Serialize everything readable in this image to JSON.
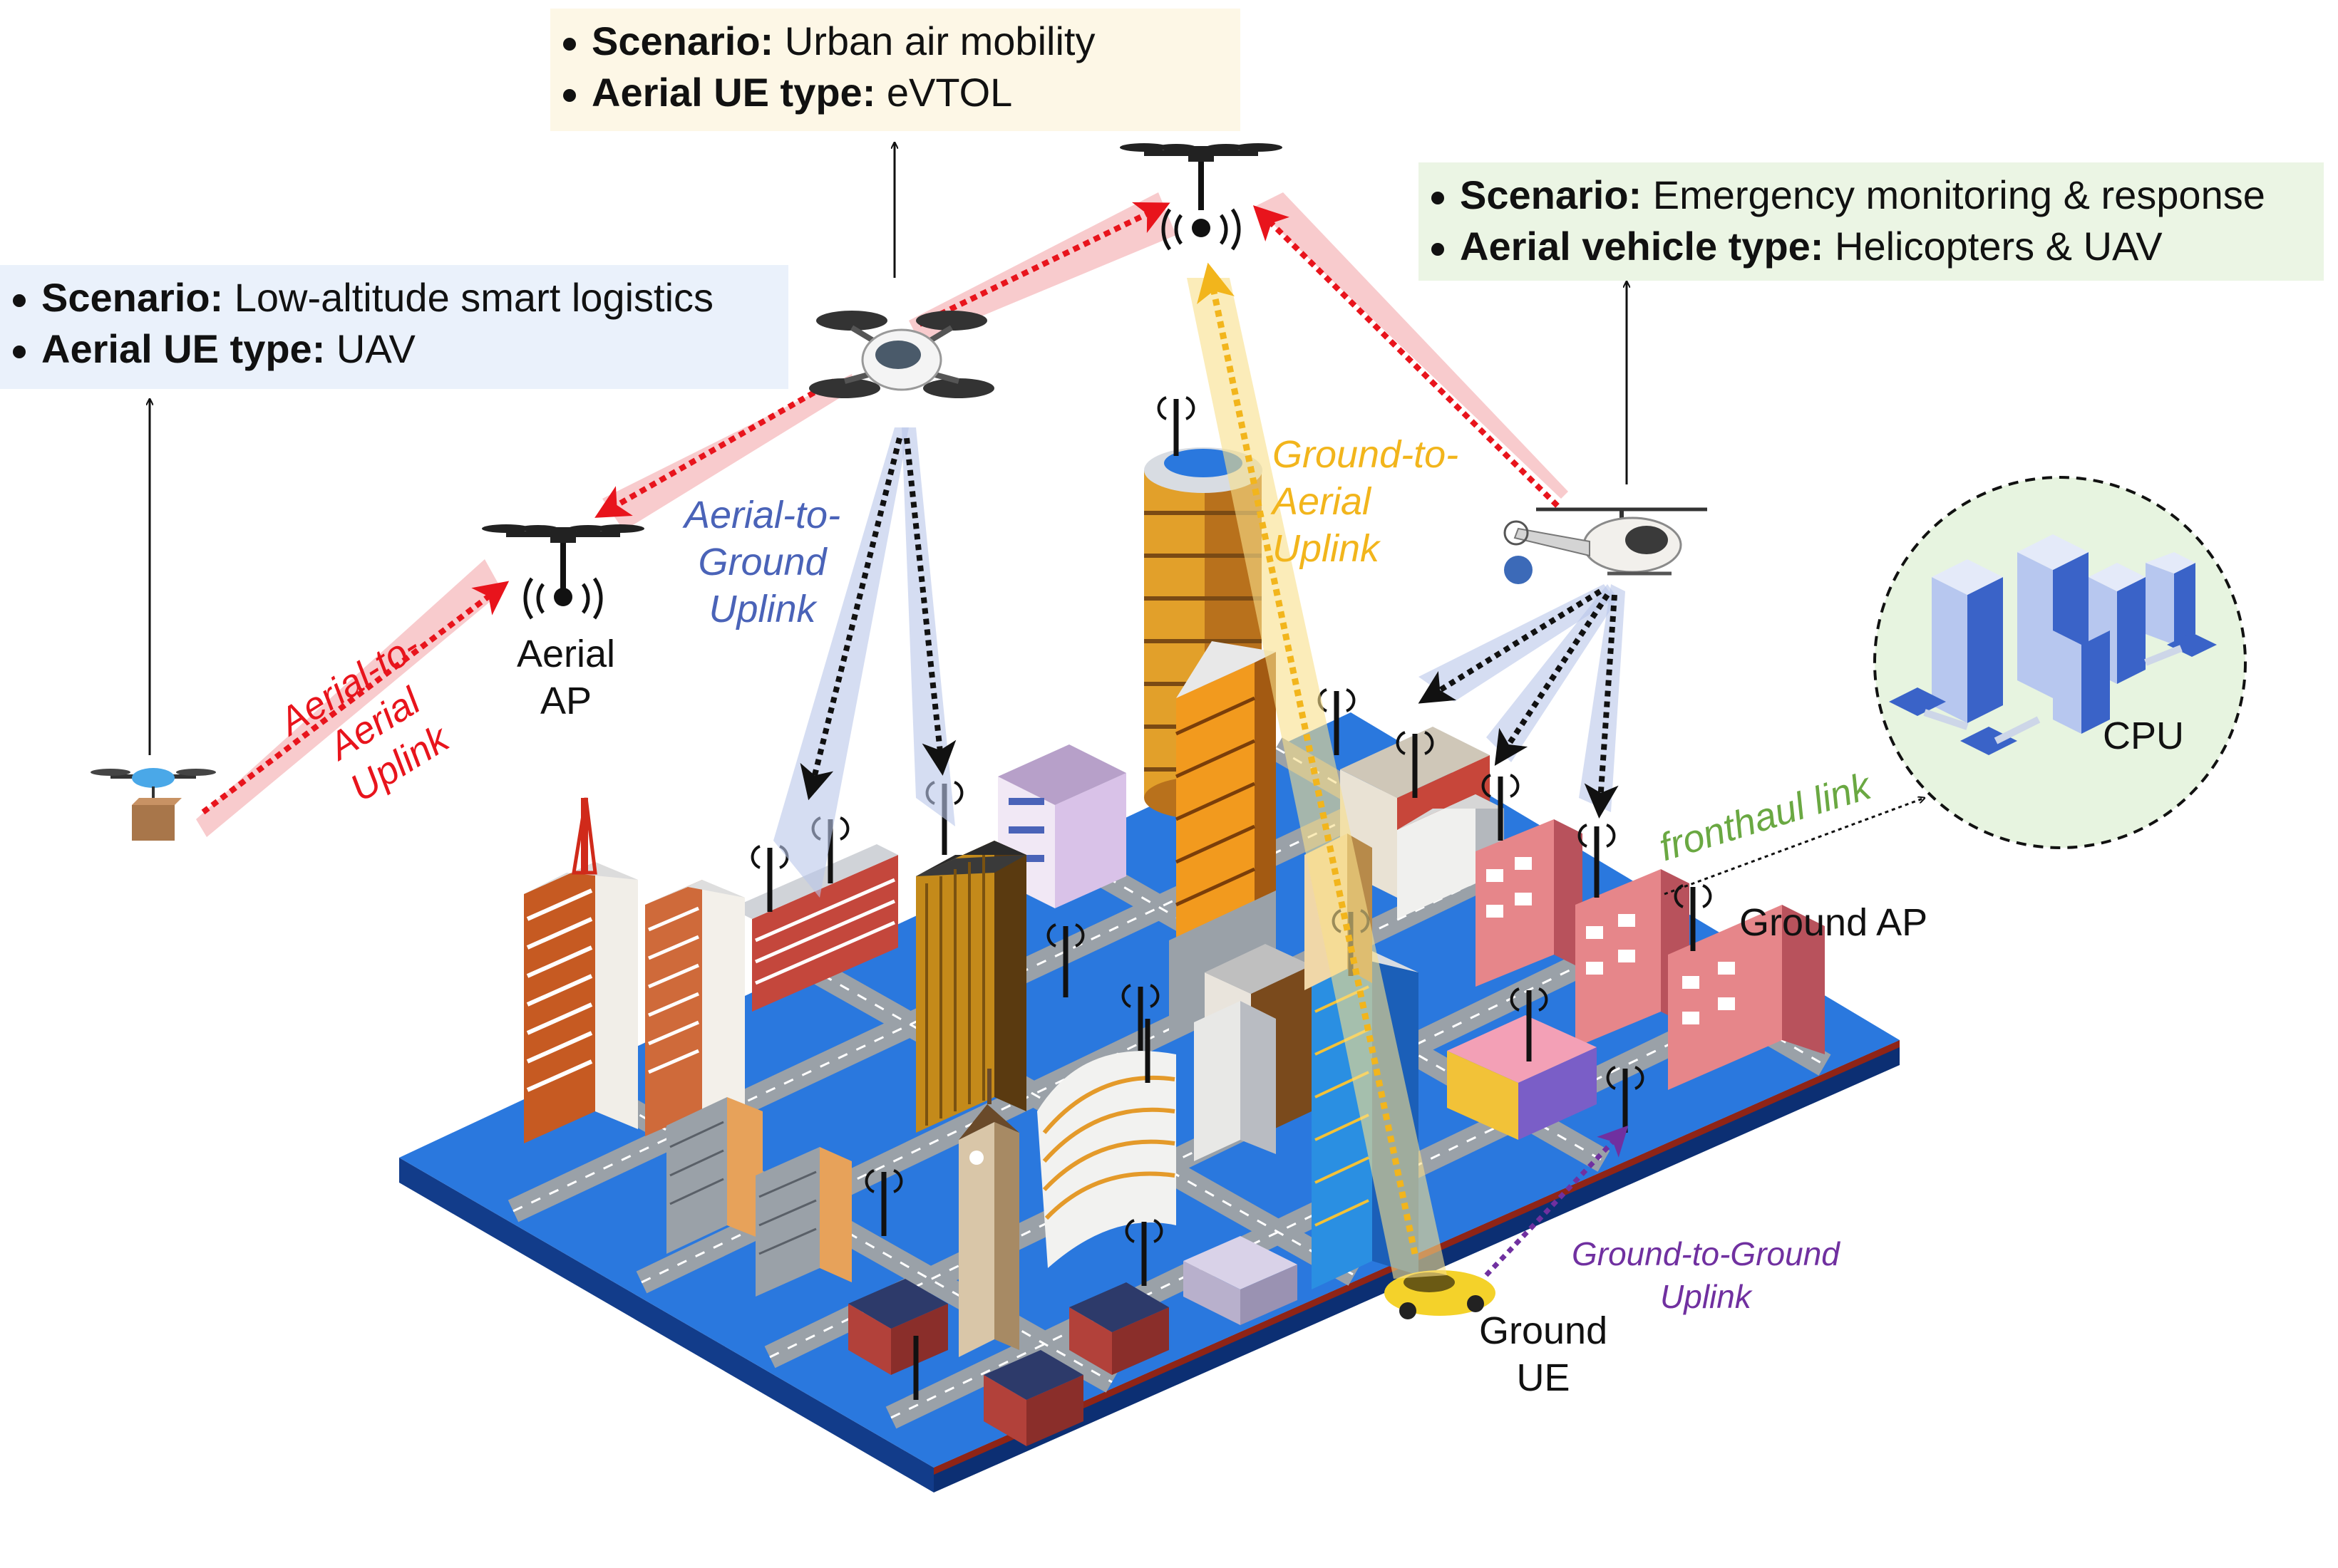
{
  "boxes": {
    "urban": {
      "label1": "Scenario:",
      "value1": "Urban air mobility",
      "label2": "Aerial UE type:",
      "value2": "eVTOL"
    },
    "logistics": {
      "label1": "Scenario:",
      "value1": "Low-altitude smart logistics",
      "label2": "Aerial UE type:",
      "value2": "UAV"
    },
    "emergency": {
      "label1": "Scenario:",
      "value1": "Emergency monitoring & response",
      "label2": "Aerial vehicle type:",
      "value2": "Helicopters & UAV"
    }
  },
  "links": {
    "a2a_line1": "Aerial-to-",
    "a2a_line2": "Aerial",
    "a2a_line3": "Uplink",
    "a2g_line1": "Aerial-to-",
    "a2g_line2": "Ground",
    "a2g_line3": "Uplink",
    "g2a_line1": "Ground-to-",
    "g2a_line2": "Aerial",
    "g2a_line3": "Uplink",
    "g2g_line1": "Ground-to-Ground",
    "g2g_line2": "Uplink",
    "fronthaul": "fronthaul link"
  },
  "nodes": {
    "aerial_ap_line1": "Aerial",
    "aerial_ap_line2": "AP",
    "ground_ap": "Ground AP",
    "ground_ue_line1": "Ground",
    "ground_ue_line2": "UE",
    "cpu": "CPU"
  },
  "colors": {
    "a2a": "#e8141c",
    "a2g": "#4a63b8",
    "g2a": "#f2b51c",
    "g2g": "#7030a0",
    "fronthaul": "#6aa842",
    "box_urban": "#fdf7e6",
    "box_logistics": "#eaf1fb",
    "box_emergency": "#ebf5e4"
  }
}
